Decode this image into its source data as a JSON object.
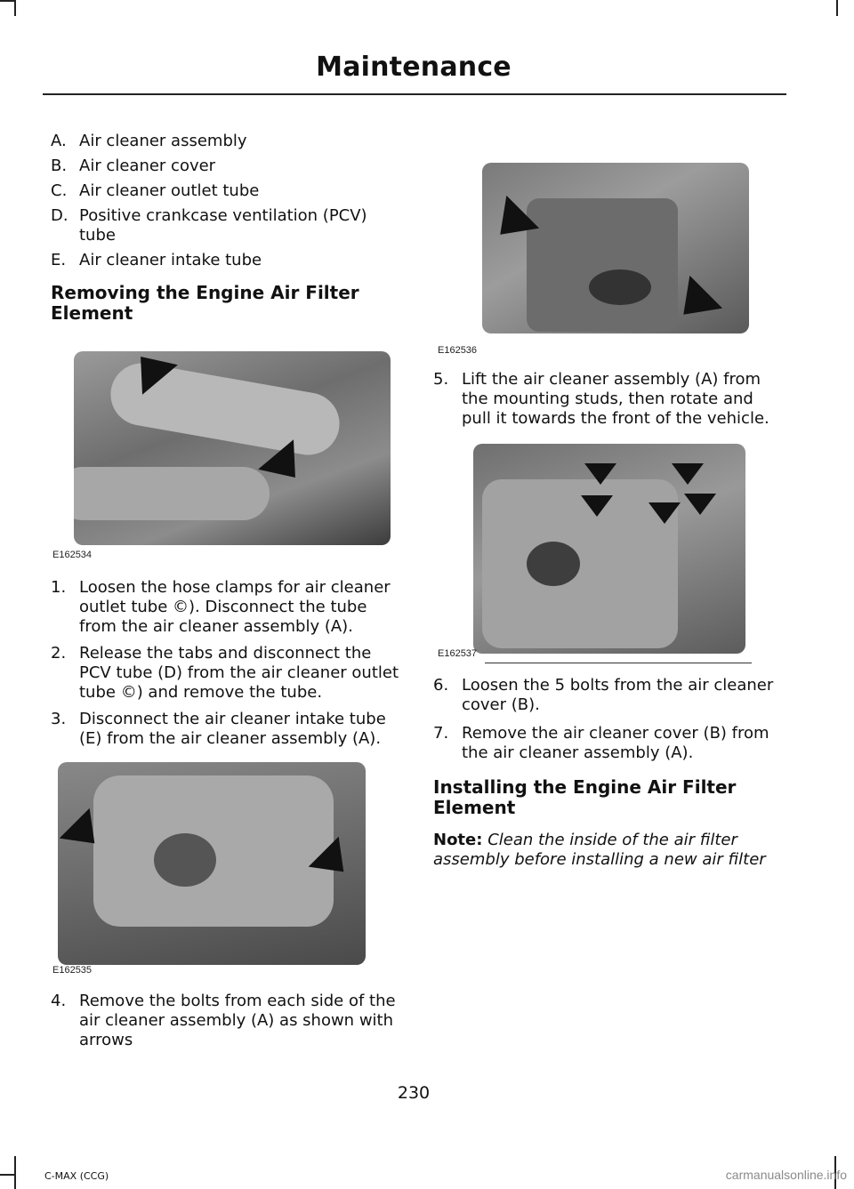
{
  "header": {
    "title": "Maintenance"
  },
  "left_list": [
    {
      "marker": "A.",
      "text": "Air cleaner assembly"
    },
    {
      "marker": "B.",
      "text": "Air cleaner cover"
    },
    {
      "marker": "C.",
      "text": "Air cleaner outlet tube"
    },
    {
      "marker": "D.",
      "text": "Positive crankcase ventilation (PCV) tube"
    },
    {
      "marker": "E.",
      "text": "Air cleaner intake tube"
    }
  ],
  "section_removing": "Removing the Engine Air Filter Element",
  "figures": {
    "f1": "E162534",
    "f2": "E162535",
    "f3": "E162536",
    "f4": "E162537"
  },
  "steps": [
    {
      "marker": "1.",
      "text": "Loosen the hose clamps for air cleaner outlet tube ©). Disconnect the tube from the air cleaner assembly (A)."
    },
    {
      "marker": "2.",
      "text": "Release the tabs and disconnect the PCV tube (D) from the air cleaner outlet tube ©) and remove the tube."
    },
    {
      "marker": "3.",
      "text": "Disconnect the air cleaner intake tube (E) from the air cleaner assembly (A)."
    },
    {
      "marker": "4.",
      "text": "Remove the bolts from each side of the air cleaner assembly (A) as shown with arrows"
    },
    {
      "marker": "5.",
      "text": "Lift the air cleaner assembly (A) from the mounting studs, then rotate and pull it towards the front of the vehicle."
    },
    {
      "marker": "6.",
      "text": "Loosen the 5 bolts from the air cleaner cover (B)."
    },
    {
      "marker": "7.",
      "text": "Remove the air cleaner cover (B) from the air cleaner assembly (A)."
    }
  ],
  "section_installing": "Installing the Engine Air Filter Element",
  "note": {
    "label": "Note:",
    "text": "Clean the inside of the air filter assembly before installing a new air filter"
  },
  "page_number": "230",
  "footer": "C-MAX (CCG)",
  "watermark": "carmanualsonline.info"
}
